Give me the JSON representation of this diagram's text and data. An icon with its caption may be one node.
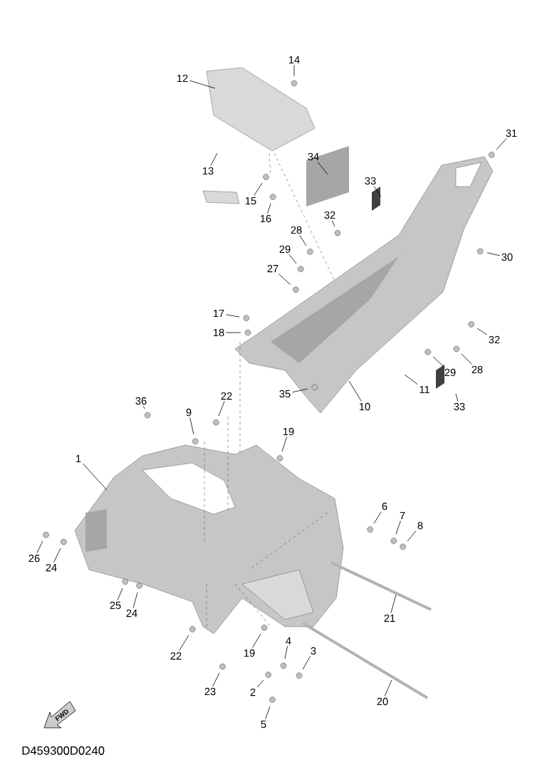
{
  "diagram": {
    "nodes": [
      {
        "text": [
          "1"
        ]
      },
      {
        "text": [
          "2"
        ]
      },
      {
        "text": [
          "3"
        ]
      },
      {
        "text": [
          "4"
        ]
      },
      {
        "text": [
          "5"
        ]
      },
      {
        "text": [
          "6"
        ]
      },
      {
        "text": [
          "7"
        ]
      },
      {
        "text": [
          "8"
        ]
      },
      {
        "text": [
          "9"
        ]
      },
      {
        "text": [
          "10"
        ]
      },
      {
        "text": [
          "11"
        ]
      },
      {
        "text": [
          "12"
        ]
      },
      {
        "text": [
          "13"
        ]
      },
      {
        "text": [
          "14"
        ]
      },
      {
        "text": [
          "15"
        ]
      },
      {
        "text": [
          "16"
        ]
      },
      {
        "text": [
          "17"
        ]
      },
      {
        "text": [
          "18"
        ]
      },
      {
        "text": [
          "19"
        ]
      },
      {
        "text": [
          "19"
        ]
      },
      {
        "text": [
          "20"
        ]
      },
      {
        "text": [
          "21"
        ]
      },
      {
        "text": [
          "22"
        ]
      },
      {
        "text": [
          "22"
        ]
      },
      {
        "text": [
          "23"
        ]
      },
      {
        "text": [
          "24"
        ]
      },
      {
        "text": [
          "24"
        ]
      },
      {
        "text": [
          "25"
        ]
      },
      {
        "text": [
          "26"
        ]
      },
      {
        "text": [
          "27"
        ]
      },
      {
        "text": [
          "28"
        ]
      },
      {
        "text": [
          "28"
        ]
      },
      {
        "text": [
          "29"
        ]
      },
      {
        "text": [
          "29"
        ]
      },
      {
        "text": [
          "30"
        ]
      },
      {
        "text": [
          "31"
        ]
      },
      {
        "text": [
          "32"
        ]
      },
      {
        "text": [
          "32"
        ]
      },
      {
        "text": [
          "33"
        ]
      },
      {
        "text": [
          "33"
        ]
      },
      {
        "text": [
          "34"
        ]
      },
      {
        "text": [
          "35"
        ]
      },
      {
        "text": [
          "36"
        ]
      }
    ],
    "edges": [
      {
        "from": 0,
        "to": null,
        "arrow": "none"
      },
      {
        "from": 1,
        "to": null,
        "arrow": "none"
      },
      {
        "from": 2,
        "to": null,
        "arrow": "none"
      },
      {
        "from": 3,
        "to": null,
        "arrow": "none"
      },
      {
        "from": 4,
        "to": null,
        "arrow": "none"
      },
      {
        "from": 5,
        "to": null,
        "arrow": "none"
      },
      {
        "from": 6,
        "to": null,
        "arrow": "none"
      },
      {
        "from": 7,
        "to": null,
        "arrow": "none"
      },
      {
        "from": 8,
        "to": null,
        "arrow": "none"
      },
      {
        "from": 9,
        "to": null,
        "arrow": "none"
      },
      {
        "from": 10,
        "to": null,
        "arrow": "none"
      },
      {
        "from": 11,
        "to": null,
        "arrow": "none"
      },
      {
        "from": 12,
        "to": null,
        "arrow": "none"
      },
      {
        "from": 13,
        "to": null,
        "arrow": "none"
      },
      {
        "from": 14,
        "to": null,
        "arrow": "none"
      },
      {
        "from": 15,
        "to": null,
        "arrow": "none"
      },
      {
        "from": 16,
        "to": null,
        "arrow": "none"
      },
      {
        "from": 17,
        "to": null,
        "arrow": "none"
      },
      {
        "from": 18,
        "to": null,
        "arrow": "none"
      },
      {
        "from": 19,
        "to": null,
        "arrow": "none"
      },
      {
        "from": 20,
        "to": null,
        "arrow": "none"
      },
      {
        "from": 21,
        "to": null,
        "arrow": "none"
      },
      {
        "from": 22,
        "to": null,
        "arrow": "none"
      },
      {
        "from": 23,
        "to": null,
        "arrow": "none"
      },
      {
        "from": 24,
        "to": null,
        "arrow": "none"
      },
      {
        "from": 25,
        "to": null,
        "arrow": "none"
      },
      {
        "from": 26,
        "to": null,
        "arrow": "none"
      },
      {
        "from": 27,
        "to": null,
        "arrow": "none"
      },
      {
        "from": 28,
        "to": null,
        "arrow": "none"
      },
      {
        "from": 29,
        "to": null,
        "arrow": "none"
      },
      {
        "from": 30,
        "to": null,
        "arrow": "none"
      },
      {
        "from": 31,
        "to": null,
        "arrow": "none"
      },
      {
        "from": 32,
        "to": null,
        "arrow": "none"
      },
      {
        "from": 33,
        "to": null,
        "arrow": "none"
      },
      {
        "from": 34,
        "to": null,
        "arrow": "none"
      },
      {
        "from": 35,
        "to": null,
        "arrow": "none"
      },
      {
        "from": 36,
        "to": null,
        "arrow": "none"
      },
      {
        "from": 37,
        "to": null,
        "arrow": "none"
      },
      {
        "from": 38,
        "to": null,
        "arrow": "none"
      },
      {
        "from": 39,
        "to": null,
        "arrow": "none"
      },
      {
        "from": 40,
        "to": null,
        "arrow": "none"
      },
      {
        "from": 41,
        "to": null,
        "arrow": "none"
      },
      {
        "from": 42,
        "to": null,
        "arrow": "none"
      }
    ],
    "labels": [
      "FWD",
      "D459300D0240"
    ]
  }
}
